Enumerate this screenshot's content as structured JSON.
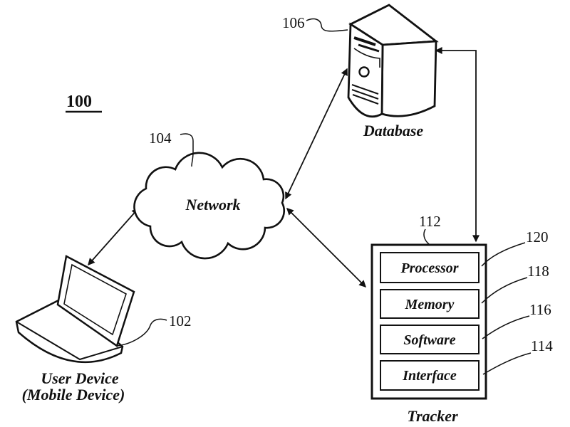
{
  "figure": {
    "label": "100"
  },
  "nodes": {
    "user_device": {
      "ref": "102",
      "label": "User Device",
      "sublabel": "(Mobile Device)"
    },
    "network": {
      "ref": "104",
      "label": "Network"
    },
    "database": {
      "ref": "106",
      "label": "Database"
    },
    "tracker": {
      "ref": "112",
      "label": "Tracker",
      "components": [
        {
          "ref": "120",
          "label": "Processor"
        },
        {
          "ref": "118",
          "label": "Memory"
        },
        {
          "ref": "116",
          "label": "Software"
        },
        {
          "ref": "114",
          "label": "Interface"
        }
      ]
    }
  },
  "connections": [
    {
      "from": "user_device",
      "to": "network",
      "type": "bidirectional"
    },
    {
      "from": "network",
      "to": "database",
      "type": "bidirectional"
    },
    {
      "from": "network",
      "to": "tracker",
      "type": "bidirectional"
    },
    {
      "from": "database",
      "to": "tracker",
      "type": "bidirectional"
    }
  ],
  "colors": {
    "ink": "#111111",
    "background": "#ffffff"
  }
}
